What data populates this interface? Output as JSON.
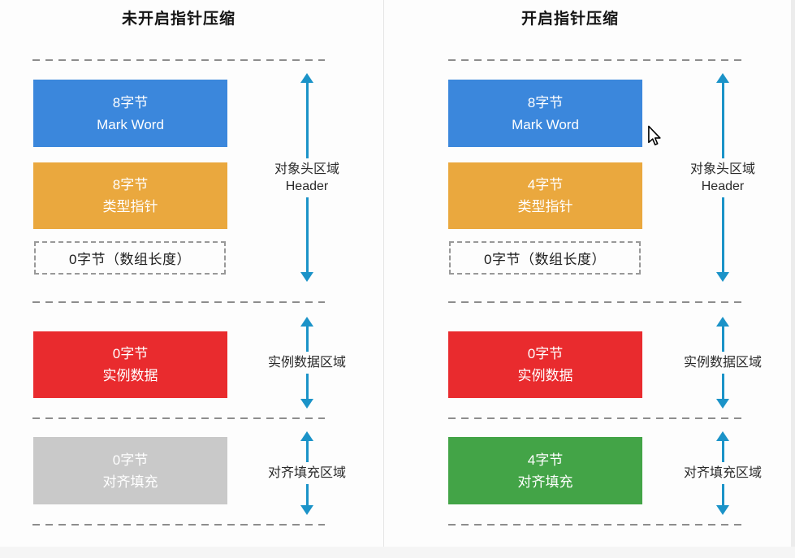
{
  "colors": {
    "background": "#fdfdfd",
    "divider": "#e5e5e5",
    "edge_tint": "#ececec",
    "footer_tint": "#f5f5f5",
    "arrow": "#1b93c8",
    "dashed_line": "#8d8d8d",
    "dashed_box_border": "#999999",
    "dashed_box_text": "#1c1c1c",
    "box_text": "#ffffff",
    "label_text": "#2a2a2a",
    "title_text": "#141414",
    "blue": "#3b87dc",
    "orange": "#eaa83e",
    "red": "#e92b2e",
    "gray": "#c9c9c9",
    "green": "#43a447"
  },
  "icons": {
    "cursor": "arrow-pointer-icon",
    "arrows": "double-headed-vertical-arrow"
  },
  "diagram": {
    "columns": [
      {
        "title": "未开启指针压缩",
        "boxes": [
          {
            "line1": "8字节",
            "line2": "Mark Word",
            "color": "#3b87dc"
          },
          {
            "line1": "8字节",
            "line2": "类型指针",
            "color": "#eaa83e"
          },
          {
            "text": "0字节（数组长度）"
          },
          {
            "line1": "0字节",
            "line2": "实例数据",
            "color": "#e92b2e"
          },
          {
            "line1": "0字节",
            "line2": "对齐填充",
            "color": "#c9c9c9"
          }
        ],
        "regions": [
          {
            "line1": "对象头区域",
            "line2": "Header"
          },
          {
            "line1": "实例数据区域"
          },
          {
            "line1": "对齐填充区域"
          }
        ]
      },
      {
        "title": "开启指针压缩",
        "boxes": [
          {
            "line1": "8字节",
            "line2": "Mark Word",
            "color": "#3b87dc"
          },
          {
            "line1": "4字节",
            "line2": "类型指针",
            "color": "#eaa83e"
          },
          {
            "text": "0字节（数组长度）"
          },
          {
            "line1": "0字节",
            "line2": "实例数据",
            "color": "#e92b2e"
          },
          {
            "line1": "4字节",
            "line2": "对齐填充",
            "color": "#43a447"
          }
        ],
        "regions": [
          {
            "line1": "对象头区域",
            "line2": "Header"
          },
          {
            "line1": "实例数据区域"
          },
          {
            "line1": "对齐填充区域"
          }
        ]
      }
    ]
  }
}
